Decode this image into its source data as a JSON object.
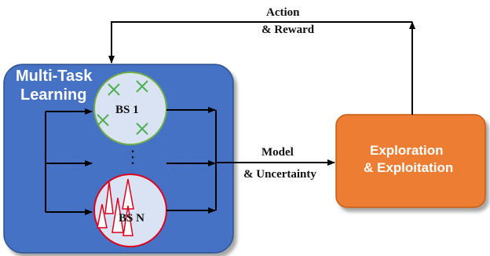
{
  "mtl_block": {
    "title_line1": "Multi-Task",
    "title_line2": "Learning",
    "fill": "#4472C4"
  },
  "bs_top": {
    "label": "BS 1",
    "border": "#70AD47",
    "marker": "x-mark-icon",
    "marker_color": "#4CAF50"
  },
  "bs_dots": "⋮",
  "bs_bottom": {
    "label": "BS N",
    "border": "#E0001A",
    "marker": "triangle-icon",
    "marker_color": "#E0001A"
  },
  "ee_block": {
    "line1": "Exploration",
    "line2": "& Exploitation",
    "fill": "#ED7D31"
  },
  "arrow_feedback": {
    "line1": "Action",
    "line2": "& Reward"
  },
  "arrow_forward": {
    "line1": "Model",
    "line2": "& Uncertainty"
  },
  "colors": {
    "bs_fill": "#DAE3F3",
    "arrow": "#000000"
  }
}
